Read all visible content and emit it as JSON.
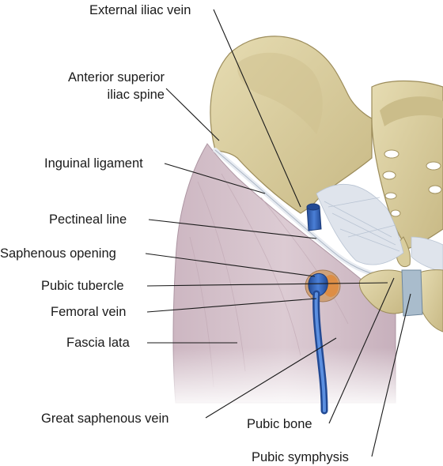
{
  "labels": {
    "external_iliac_vein": "External iliac vein",
    "asis_line1": "Anterior superior",
    "asis_line2": "iliac spine",
    "inguinal_ligament": "Inguinal ligament",
    "pectineal_line": "Pectineal line",
    "saphenous_opening": "Saphenous opening",
    "pubic_tubercle": "Pubic tubercle",
    "femoral_vein": "Femoral vein",
    "fascia_lata": "Fascia lata",
    "great_saphenous_vein": "Great saphenous vein",
    "pubic_bone": "Pubic bone",
    "pubic_symphysis": "Pubic symphysis"
  },
  "colors": {
    "bone": "#ddd2a4",
    "bone_shadow": "#b8a870",
    "fascia": "#c9b3be",
    "fascia_light": "#e4d6dc",
    "ligament": "#d7dde6",
    "vein": "#3a6cc4",
    "vein_dark": "#234a94",
    "cartilage": "#a9bccc",
    "leader": "#1a1a1a"
  }
}
